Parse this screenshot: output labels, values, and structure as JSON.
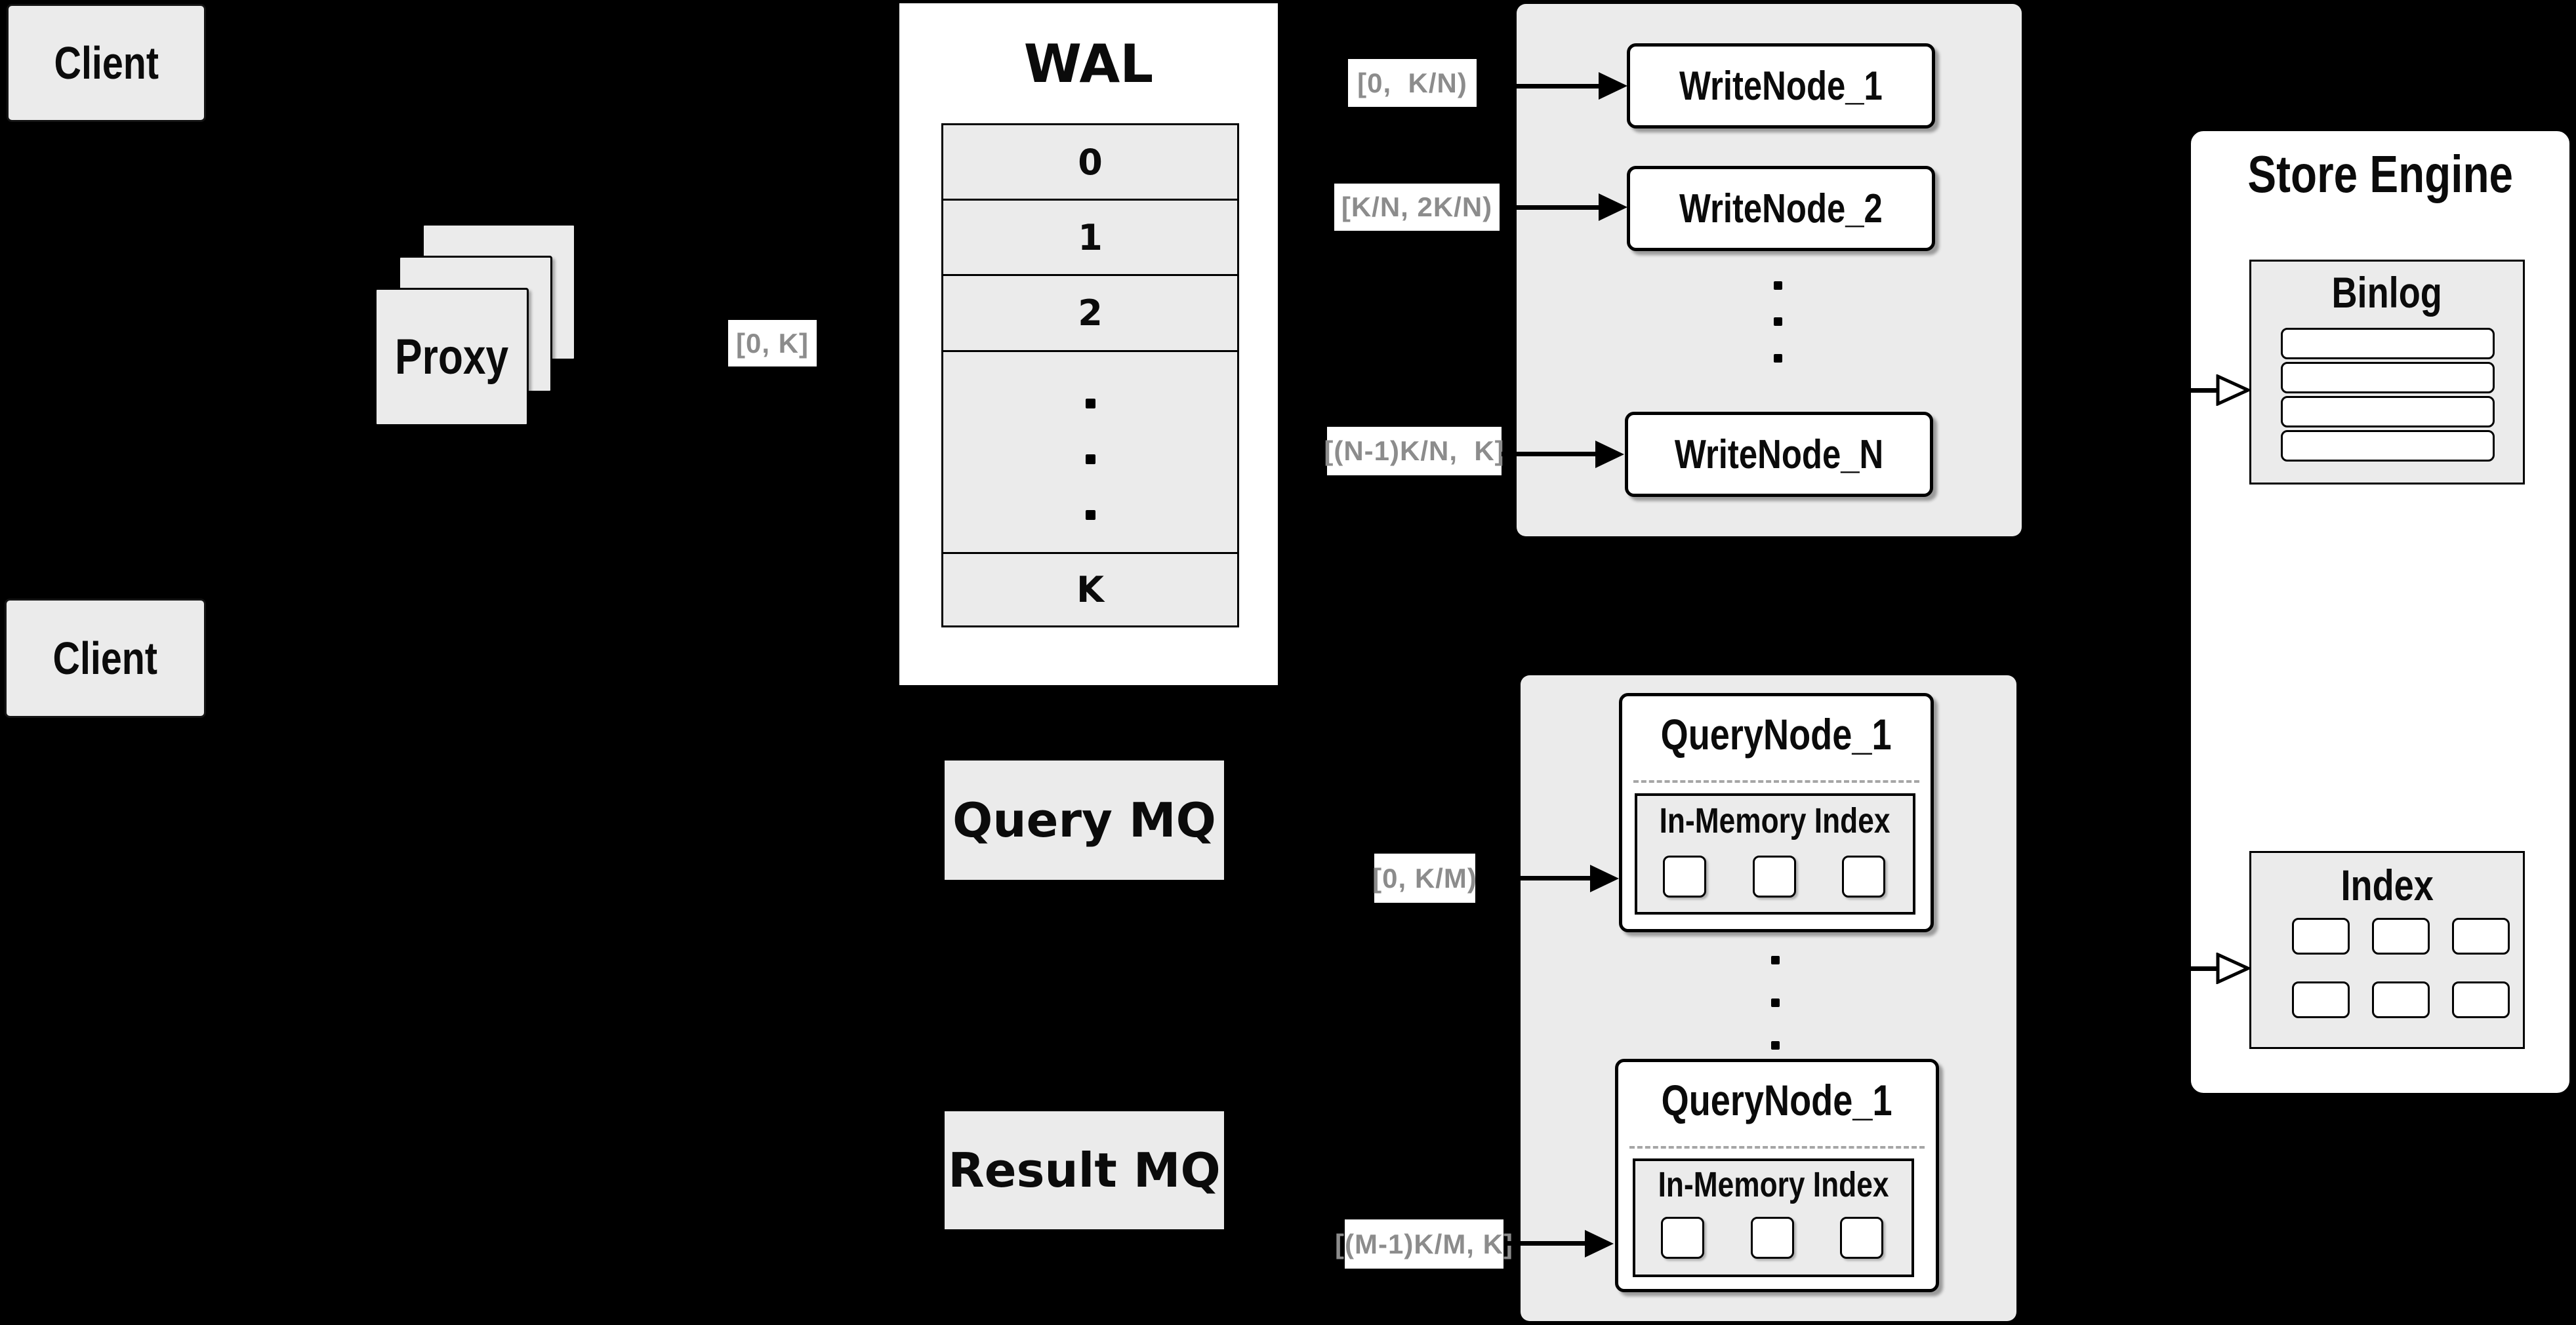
{
  "colors": {
    "background": "#000000",
    "panel_gray": "#ebebeb",
    "node_white": "#ffffff",
    "stroke_black": "#000000",
    "range_label_text": "#8c8c8c"
  },
  "clients": {
    "top": "Client",
    "bottom": "Client"
  },
  "proxy": {
    "label": "Proxy",
    "range_out": "[0, K]"
  },
  "wal": {
    "title": "WAL",
    "rows": [
      "0",
      "1",
      "2"
    ],
    "last_row": "K"
  },
  "write_group": {
    "labels": [
      "[0,  K/N)",
      "[K/N, 2K/N)",
      "[(N-1)K/N,  K]"
    ],
    "nodes": [
      "WriteNode_1",
      "WriteNode_2",
      "WriteNode_N"
    ]
  },
  "mq": {
    "query": "Query MQ",
    "result": "Result MQ"
  },
  "query_group": {
    "labels": [
      "[0, K/M)",
      "[(M-1)K/M, K]"
    ],
    "nodes": [
      {
        "title": "QueryNode_1",
        "index_title": "In-Memory Index"
      },
      {
        "title": "QueryNode_1",
        "index_title": "In-Memory Index"
      }
    ]
  },
  "store_engine": {
    "title": "Store Engine",
    "binlog_title": "Binlog",
    "index_title": "Index"
  }
}
